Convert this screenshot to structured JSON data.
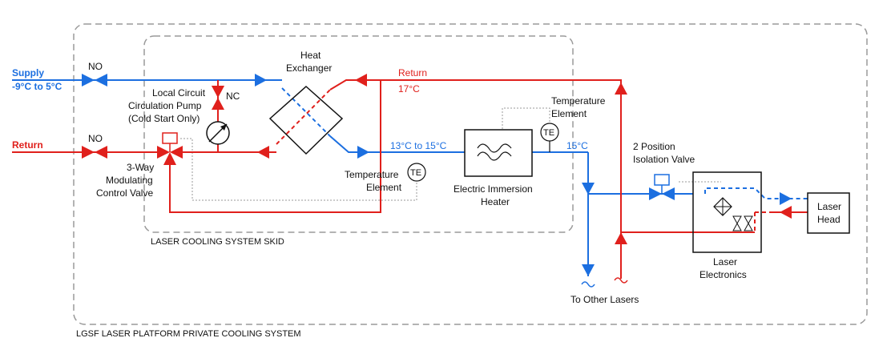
{
  "colors": {
    "supply": "#1c6fe0",
    "return": "#e0201c",
    "boundary": "#9a9a9a",
    "signal": "#9a9a9a",
    "equipment": "#111111"
  },
  "labels": {
    "supply": "Supply",
    "supply_temp": "-9°C to 5°C",
    "return_in": "Return",
    "no_supply": "NO",
    "no_return": "NO",
    "nc": "NC",
    "pump_1": "Local Circuit",
    "pump_2": "Circulation Pump",
    "pump_3": "(Cold Start Only)",
    "valve3_1": "3-Way",
    "valve3_2": "Modulating",
    "valve3_3": "Control Valve",
    "hx_1": "Heat",
    "hx_2": "Exchanger",
    "return_top": "Return",
    "return_temp": "17°C",
    "temp_13_15": "13°C to 15°C",
    "temp_15": "15°C",
    "te1_1": "Temperature",
    "te1_2": "Element",
    "te2_1": "Temperature",
    "te2_2": "Element",
    "te_symbol_1": "TE",
    "te_symbol_2": "TE",
    "heater_1": "Electric Immersion",
    "heater_2": "Heater",
    "iso_1": "2 Position",
    "iso_2": "Isolation Valve",
    "laser_head_1": "Laser",
    "laser_head_2": "Head",
    "laser_elec_1": "Laser",
    "laser_elec_2": "Electronics",
    "other_lasers": "To Other Lasers",
    "skid": "LASER COOLING SYSTEM SKID",
    "system": "LGSF LASER PLATFORM PRIVATE COOLING SYSTEM"
  }
}
